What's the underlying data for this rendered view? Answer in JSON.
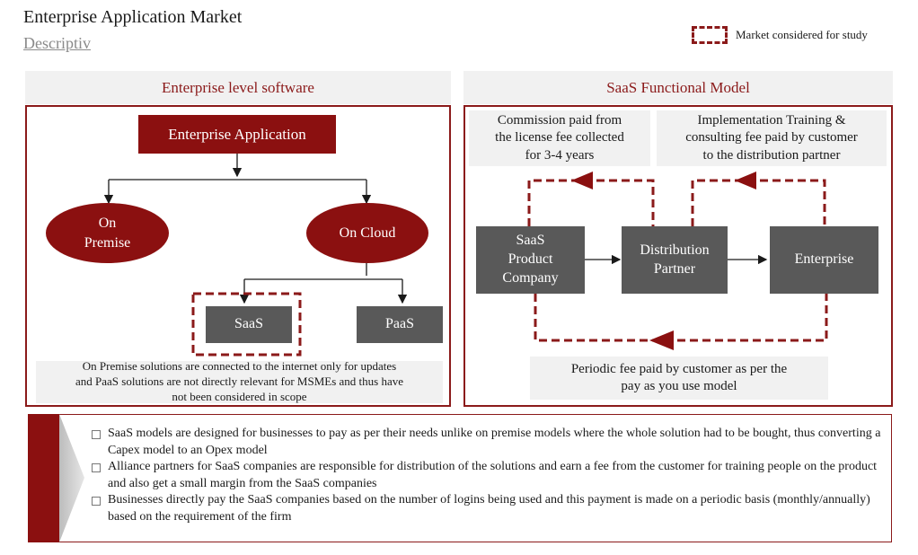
{
  "header": {
    "title": "Enterprise Application Market",
    "subtitle": "Descriptiv",
    "legend_label": "Market considered for study"
  },
  "left_panel": {
    "heading": "Enterprise level software",
    "root_node": "Enterprise Application",
    "on_premise": [
      "On",
      "Premise"
    ],
    "on_cloud": "On Cloud",
    "saas": "SaaS",
    "paas": "PaaS",
    "note_lines": [
      "On Premise solutions are connected to the internet only for updates",
      "and PaaS solutions are not directly relevant for MSMEs and thus have",
      "not been considered in scope"
    ]
  },
  "right_panel": {
    "heading": "SaaS Functional Model",
    "commission_lines": [
      "Commission paid from",
      "the license fee collected",
      "for 3-4 years"
    ],
    "implementation_lines": [
      "Implementation Training &",
      "consulting fee paid by customer",
      "to the distribution partner"
    ],
    "saas_company_lines": [
      "SaaS",
      "Product",
      "Company"
    ],
    "distribution_lines": [
      "Distribution",
      "Partner"
    ],
    "enterprise": "Enterprise",
    "periodic_lines": [
      "Periodic fee paid by customer as per the",
      "pay as you use model"
    ]
  },
  "summary": {
    "bullets": [
      "SaaS models are designed for businesses to pay as per their needs unlike on premise models where the whole solution had to be bought, thus converting a Capex model to an Opex model",
      "Alliance partners for SaaS companies are responsible for distribution of the solutions and earn a fee from the customer for training people on the product and also get a small margin from the SaaS companies",
      "Businesses directly pay the SaaS companies based on the number of logins being used and this payment is made on a periodic basis (monthly/annually) based on the requirement of the firm"
    ]
  },
  "colors": {
    "accent": "#8b1010",
    "node_gray": "#595959",
    "panel_gray": "#f1f1f1"
  }
}
